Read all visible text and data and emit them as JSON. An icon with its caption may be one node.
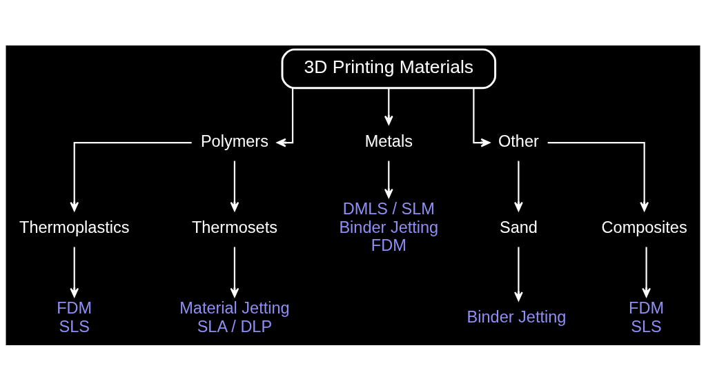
{
  "diagram": {
    "nodes": [
      {
        "text": [
          "3D Printing Materials"
        ]
      },
      {
        "text": [
          "Metals"
        ]
      },
      {
        "text": [
          "DMLS / SLM",
          "Binder Jetting",
          "FDM"
        ]
      },
      {
        "text": [
          "Polymers"
        ]
      },
      {
        "text": [
          "Other"
        ]
      },
      {
        "text": [
          "Thermoplastics"
        ]
      },
      {
        "text": [
          "Thermosets"
        ]
      },
      {
        "text": [
          "Sand"
        ]
      },
      {
        "text": [
          "Composites"
        ]
      },
      {
        "text": [
          "FDM",
          "SLS"
        ]
      },
      {
        "text": [
          "Material Jetting",
          "SLA / DLP"
        ]
      },
      {
        "text": [
          "Binder Jetting"
        ]
      },
      {
        "text": [
          "FDM",
          "SLS"
        ]
      }
    ],
    "edges": [
      {
        "from": 0,
        "to": 3,
        "arrow": "to"
      },
      {
        "from": 0,
        "to": 1,
        "arrow": "to"
      },
      {
        "from": 0,
        "to": 4,
        "arrow": "to"
      },
      {
        "from": 1,
        "to": 2,
        "arrow": "to"
      },
      {
        "from": 3,
        "to": 5,
        "arrow": "to"
      },
      {
        "from": 3,
        "to": 6,
        "arrow": "to"
      },
      {
        "from": 4,
        "to": 7,
        "arrow": "to"
      },
      {
        "from": 4,
        "to": 8,
        "arrow": "to"
      },
      {
        "from": 5,
        "to": 9,
        "arrow": "to"
      },
      {
        "from": 6,
        "to": 10,
        "arrow": "to"
      },
      {
        "from": 7,
        "to": 11,
        "arrow": "to"
      },
      {
        "from": 8,
        "to": 12,
        "arrow": "to"
      }
    ]
  }
}
